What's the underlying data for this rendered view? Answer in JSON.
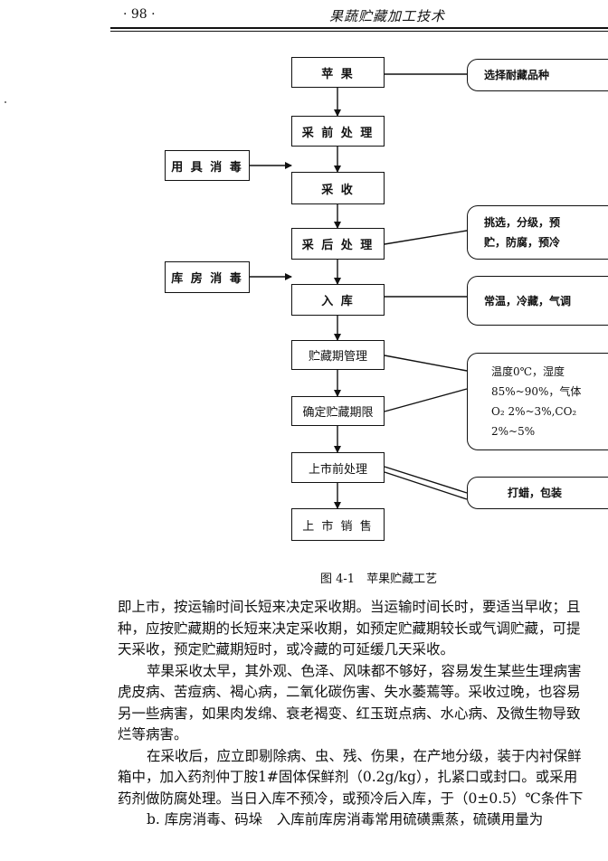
{
  "header": {
    "page_number": "· 98 ·",
    "running_title": "果蔬贮藏加工技术"
  },
  "flowchart": {
    "main_steps": [
      "苹 果",
      "采 前 处 理",
      "采 收",
      "采 后 处 理",
      "入 库",
      "贮藏期管理",
      "确定贮藏期限",
      "上市前处理",
      "上 市 销 售"
    ],
    "left_inputs": [
      "用 具 消 毒",
      "库 房 消 毒"
    ],
    "notes": [
      {
        "lines": [
          "选择耐藏品种"
        ]
      },
      {
        "lines": [
          "挑选，分级，预",
          "贮，防腐，预冷"
        ]
      },
      {
        "lines": [
          "常温，冷藏，气调"
        ]
      },
      {
        "lines": [
          "温度0℃，湿度",
          "85%~90%，气体",
          "O₂ 2%~3%,CO₂",
          "2%~5%"
        ]
      },
      {
        "lines": [
          "打蜡，包装"
        ]
      }
    ]
  },
  "caption": "图 4-1　苹果贮藏工艺",
  "paragraphs": [
    "即上市，按运输时间长短来决定采收期。当运输时间长时，要适当早收；且",
    "种，应按贮藏期的长短来决定采收期，如预定贮藏期较长或气调贮藏，可提",
    "天采收，预定贮藏期短时，或冷藏的可延缓几天采收。",
    "苹果采收太早，其外观、色泽、风味都不够好，容易发生某些生理病害",
    "虎皮病、苦痘病、褐心病，二氧化碳伤害、失水萎蔫等。采收过晚，也容易",
    "另一些病害，如果肉发绵、衰老褐变、红玉斑点病、水心病、及微生物导致",
    "烂等病害。",
    "在采收后，应立即剔除病、虫、残、伤果，在产地分级，装于内衬保鲜",
    "箱中，加入药剂仲丁胺1#固体保鲜剂（0.2g/kg），扎紧口或封口。或采用",
    "药剂做防腐处理。当日入库不预冷，或预冷后入库，于（0±0.5）℃条件下",
    "b. 库房消毒、码垛　入库前库房消毒常用硫磺熏蒸，硫磺用量为"
  ]
}
